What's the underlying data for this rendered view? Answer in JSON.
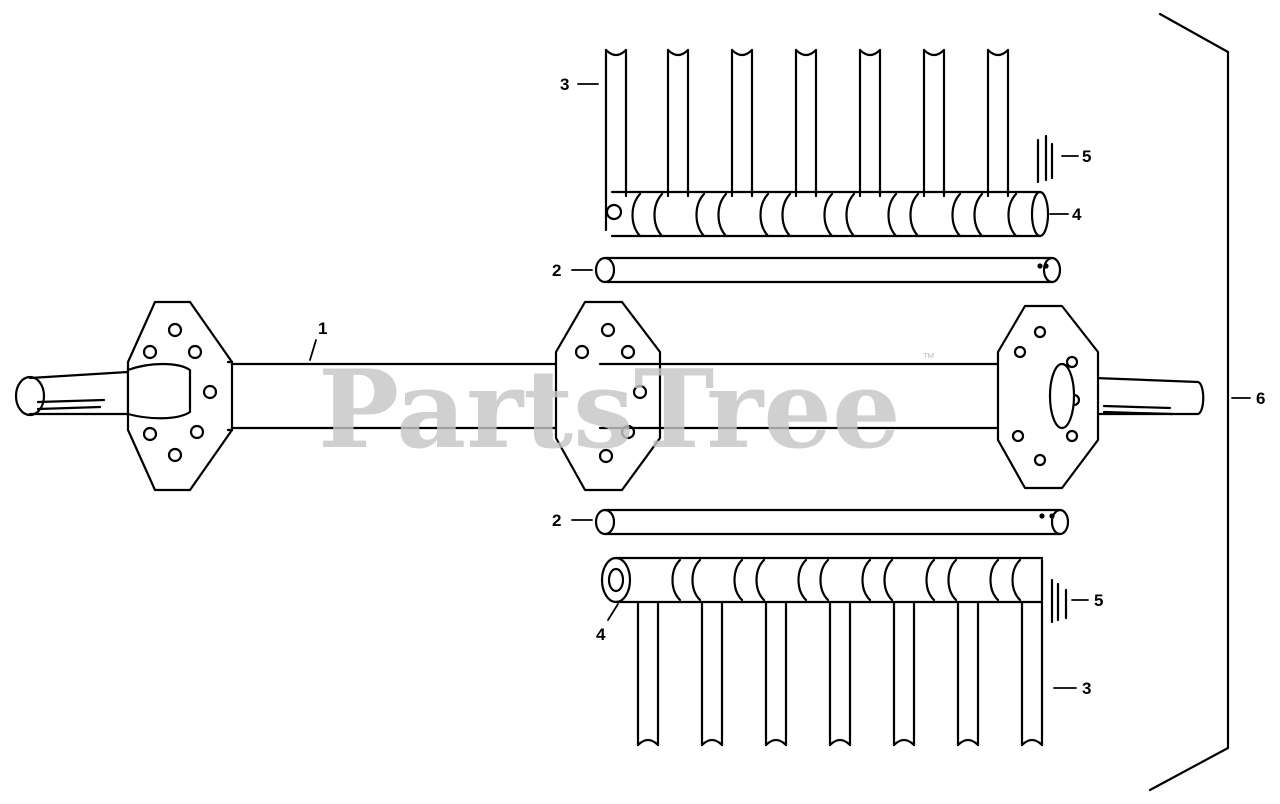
{
  "diagram": {
    "callouts": [
      {
        "id": "c1",
        "label": "1"
      },
      {
        "id": "c2a",
        "label": "2"
      },
      {
        "id": "c2b",
        "label": "2"
      },
      {
        "id": "c3a",
        "label": "3"
      },
      {
        "id": "c3b",
        "label": "3"
      },
      {
        "id": "c4a",
        "label": "4"
      },
      {
        "id": "c4b",
        "label": "4"
      },
      {
        "id": "c5a",
        "label": "5"
      },
      {
        "id": "c5b",
        "label": "5"
      },
      {
        "id": "c6",
        "label": "6"
      }
    ],
    "watermark": {
      "text": "PartsTree",
      "trademark": "™"
    },
    "colors": {
      "line": "#000000",
      "watermark": "#c6c6c6",
      "background": "#ffffff"
    }
  }
}
